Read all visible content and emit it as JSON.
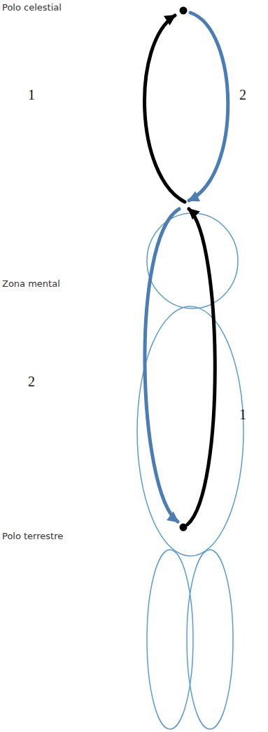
{
  "diagram": {
    "labels": [
      "Polo celestial",
      "1",
      "2",
      "Zona mental",
      "2",
      "1",
      "Polo terrestre"
    ]
  }
}
